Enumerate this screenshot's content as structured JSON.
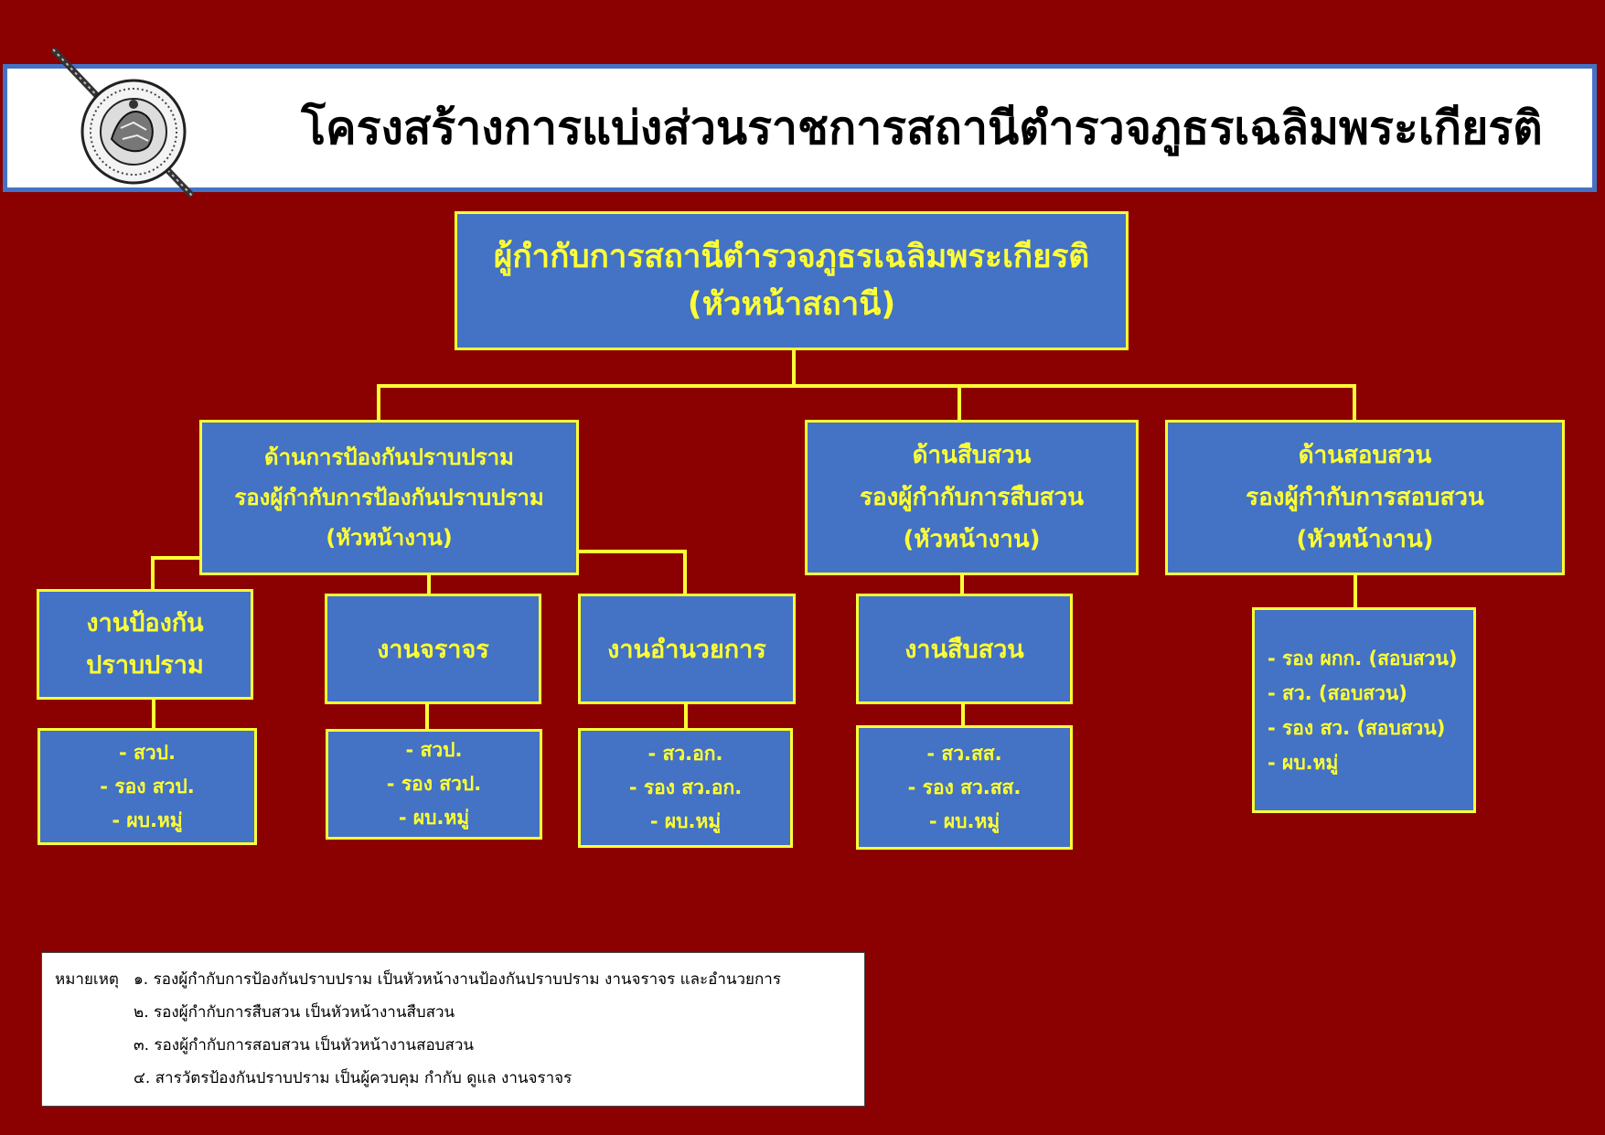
{
  "title": "โครงสร้างการแบ่งส่วนราชการสถานีตำรวจภูธรเฉลิมพระเกียรติ",
  "colors": {
    "background": "#8b0000",
    "box_fill": "#4472c4",
    "box_border": "#ffff33",
    "title_border": "#4472c4"
  },
  "emblem": {
    "icon": "police-emblem-icon"
  },
  "head": {
    "line1": "ผู้กำกับการสถานีตำรวจภูธรเฉลิมพระเกียรติ",
    "line2": "(หัวหน้าสถานี)"
  },
  "divisions": {
    "prevention": {
      "line1": "ด้านการป้องกันปราบปราม",
      "line2": "รองผู้กำกับการป้องกันปราบปราม",
      "line3": "(หัวหน้างาน)"
    },
    "investigation": {
      "line1": "ด้านสืบสวน",
      "line2": "รองผู้กำกับการสืบสวน",
      "line3": "(หัวหน้างาน)"
    },
    "inquiry": {
      "line1": "ด้านสอบสวน",
      "line2": "รองผู้กำกับการสอบสวน",
      "line3": "(หัวหน้างาน)"
    }
  },
  "units": {
    "prevention": {
      "line1": "งานป้องกัน",
      "line2": "ปราบปราม",
      "staff": [
        "- สวป.",
        "- รอง สวป.",
        "- ผบ.หมู่"
      ]
    },
    "traffic": {
      "line1": "งานจราจร",
      "staff": [
        "- สวป.",
        "- รอง สวป.",
        "- ผบ.หมู่"
      ]
    },
    "admin": {
      "line1": "งานอำนวยการ",
      "staff": [
        "- สว.อก.",
        "- รอง สว.อก.",
        "- ผบ.หมู่"
      ]
    },
    "investigation": {
      "line1": "งานสืบสวน",
      "staff": [
        "- สว.สส.",
        "- รอง สว.สส.",
        "- ผบ.หมู่"
      ]
    },
    "inquiry": {
      "staff": [
        "- รอง ผกก. (สอบสวน)",
        "- สว. (สอบสวน)",
        "- รอง สว. (สอบสวน)",
        "- ผบ.หมู่"
      ]
    }
  },
  "notes": {
    "label": "หมายเหตุ",
    "items": [
      "๑. รองผู้กำกับการป้องกันปราบปราม เป็นหัวหน้างานป้องกันปราบปราม งานจราจร และอำนวยการ",
      "๒. รองผู้กำกับการสืบสวน เป็นหัวหน้างานสืบสวน",
      "๓. รองผู้กำกับการสอบสวน เป็นหัวหน้างานสอบสวน",
      "๔. สารวัตรป้องกันปราบปราม เป็นผู้ควบคุม กำกับ ดูแล งานจราจร"
    ]
  }
}
